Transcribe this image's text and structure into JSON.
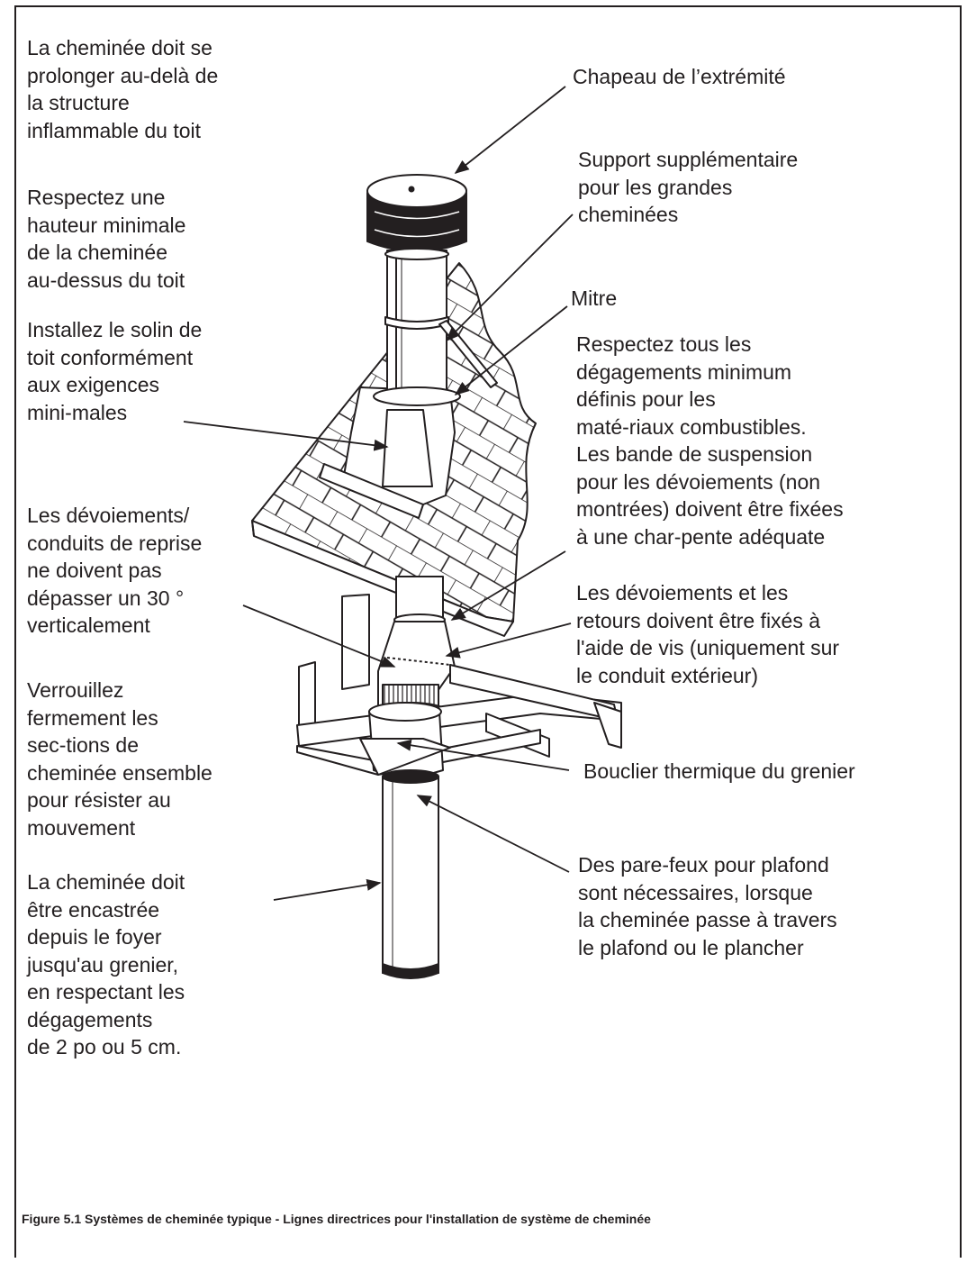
{
  "labels": {
    "extend_beyond_roof": "La cheminée doit se\nprolonger au-delà de\nla structure\ninflammable du toit",
    "min_height": "Respectez une\nhauteur minimale\nde la cheminée\nau-dessus du toit",
    "roof_flashing": "Installez le solin de\ntoit conformément\naux exigences\nmini-males",
    "offsets_30deg": "Les dévoiements/\nconduits de reprise\nne doivent pas\ndépasser un 30 °\nverticalement",
    "lock_sections": "Verrouillez\nfermement les\nsec-tions de\ncheminée ensemble\npour résister au\nmouvement",
    "enclosed": "La cheminée doit\nêtre encastrée\ndepuis le foyer\njusqu'au grenier,\nen respectant les\ndégagements\nde 2 po ou 5 cm.",
    "termination_cap": "Chapeau de l’extrémité",
    "extra_support": "Support supplémentaire\npour les grandes\ncheminées",
    "storm_collar": "Mitre",
    "clearances": "Respectez tous les\ndégagements minimum\ndéfinis pour les\nmaté-riaux combustibles.\nLes bande de suspension\npour les dévoiements (non\nmontrées) doivent être fixées\nà une char-pente adéquate",
    "offsets_screws": "Les dévoiements et les\nretours doivent être fixés à\nl'aide de vis (uniquement sur\nle conduit extérieur)",
    "attic_shield": "Bouclier thermique du grenier",
    "firestops": "Des pare-feux pour plafond\nsont nécessaires, lorsque\nla cheminée passe à travers\nle plafond ou le plancher"
  },
  "caption": "Figure 5.1 Systèmes de cheminée typique - Lignes directrices pour l'installation de système de cheminée"
}
